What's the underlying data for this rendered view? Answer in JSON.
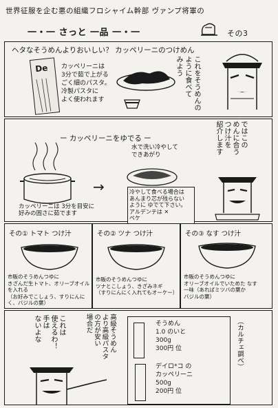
{
  "header": {
    "line1": "世界征服を企む悪の組織フロシャイム幹部 ヴァンプ将軍の",
    "line2": "一・一 さっと 一品 一・一",
    "part": "その3"
  },
  "panel1": {
    "title": "ヘタなそうめんよりおいしい？ カッペリーニのつけめん",
    "box_text": "カッペリーニは\n3分で茹で上がる\nごく細のパスタ。\n冷製パスタに\nよく使われます",
    "package_label": "De",
    "bubble": "これをそうめんの\nように食べて\nみよう"
  },
  "panel2": {
    "title": "ー カッペリーニをゆでる ー",
    "note_top": "水で洗い冷やして\nできあがり",
    "pot_note": "カッペリーニは 3分を目安に\n好みの固さに茹でます",
    "box_note": "冷やして食べる場合は\nあんまり芯が残らない\nように ゆでて下さい。\nアルデンテは ✕\nペケ",
    "bubble": "ではこの\nめんに合う\nつけ汁を\n紹介します",
    "arrow": "→"
  },
  "panel3": {
    "col1": {
      "label": "その① トマト つけ汁",
      "text": "市販のそうめんつゆに\nきざんだ生トマト、オリーブオイル\nを入れる\n（お好みでこしょう、すりにんにく、バジルの葉）"
    },
    "col2": {
      "label": "その② ツナ つけ汁",
      "text": "市販のそうめんつゆに\nツナとこしょう、きざみネギ\n（すりにんにく入れてもオーケー）"
    },
    "col3": {
      "label": "その③ なす つけ汁",
      "text": "市販のそうめんつゆに\nオリーブオイルでいためた なす\n一味（あればミツバの葉か\nバジルの葉）"
    }
  },
  "panel4": {
    "bubble_left": "これは\n使えるわ！\n手は\nないよな",
    "bubble_mid": "高級そうめん\nより高級パスタ\nの方が安い\n場合だ",
    "board": {
      "item1": "そうめん\n1.0 のいと\n300g\n300円 位",
      "item2": "デイロ*コ の\nカッペリーニ\n500g\n200円 位"
    },
    "side_label": "（カルチェ調べ）"
  }
}
